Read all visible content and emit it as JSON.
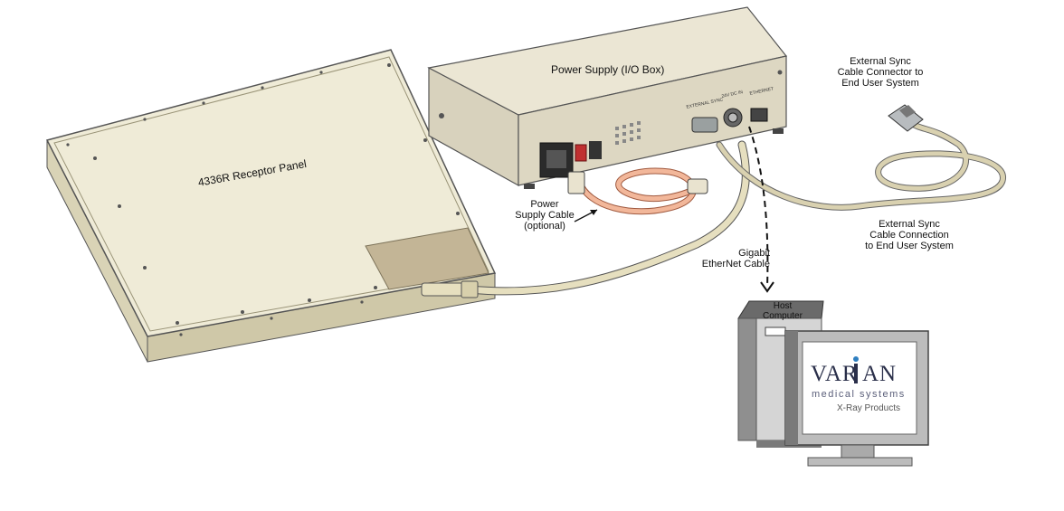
{
  "labels": {
    "panel": "4336R Receptor Panel",
    "power_supply": "Power Supply (I/O Box)",
    "power_cable": "Power\nSupply Cable\n(optional)",
    "sync_connector": "External Sync\nCable Connector to\nEnd User System",
    "sync_connection": "External Sync\nCable Connection\nto End User System",
    "ethernet": "Gigabit\nEtherNet Cable",
    "host": "Host\nComputer",
    "box_port_sync": "EXTERNAL SYNC",
    "box_port_ethernet": "ETHERNET",
    "box_port_power": "24V DC IN"
  },
  "brand": {
    "name_left": "VAR",
    "name_right": "AN",
    "subtitle": "medical systems",
    "product": "X-Ray Products"
  }
}
